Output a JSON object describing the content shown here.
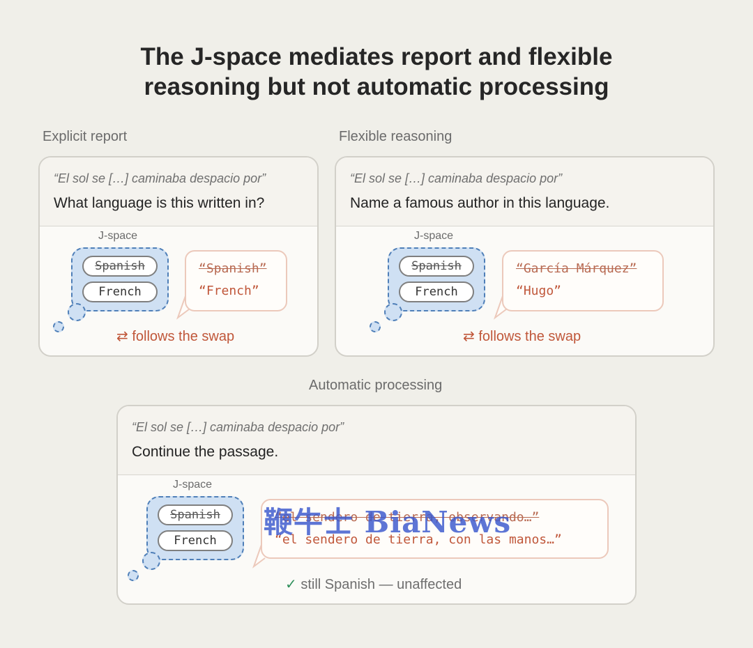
{
  "title": {
    "line1": "The J-space mediates report and flexible",
    "line2": "reasoning but not automatic processing"
  },
  "panels": {
    "report": {
      "label": "Explicit report",
      "quote": "“El sol se […] caminaba despacio por”",
      "question": "What language is this written in?",
      "jspace_label": "J-space",
      "pill_original": "Spanish",
      "pill_swapped": "French",
      "output_original": "“Spanish”",
      "output_new": "“French”",
      "footer_icon": "⇄",
      "footer": "follows the swap"
    },
    "reasoning": {
      "label": "Flexible reasoning",
      "quote": "“El sol se […] caminaba despacio por”",
      "question": "Name a famous author in this language.",
      "jspace_label": "J-space",
      "pill_original": "Spanish",
      "pill_swapped": "French",
      "output_original": "“García Márquez”",
      "output_new": "“Hugo”",
      "footer_icon": "⇄",
      "footer": "follows the swap"
    },
    "automatic": {
      "label": "Automatic processing",
      "quote": "“El sol se […] caminaba despacio por”",
      "question": "Continue the passage.",
      "jspace_label": "J-space",
      "pill_original": "Spanish",
      "pill_swapped": "French",
      "output_original": "“el sendero de tierra, observando…”",
      "output_new": "“el sendero de tierra, con las manos…”",
      "footer_icon": "✓",
      "footer": "still Spanish — unaffected"
    }
  },
  "watermark": "鞭牛士 BiaNews",
  "colors": {
    "background": "#f0efe9",
    "jspace_fill": "#cfe0f3",
    "jspace_border": "#4f7fb8",
    "output_text": "#c0573a",
    "bubble_border": "#ecc9bb",
    "check": "#2f8f5b"
  }
}
